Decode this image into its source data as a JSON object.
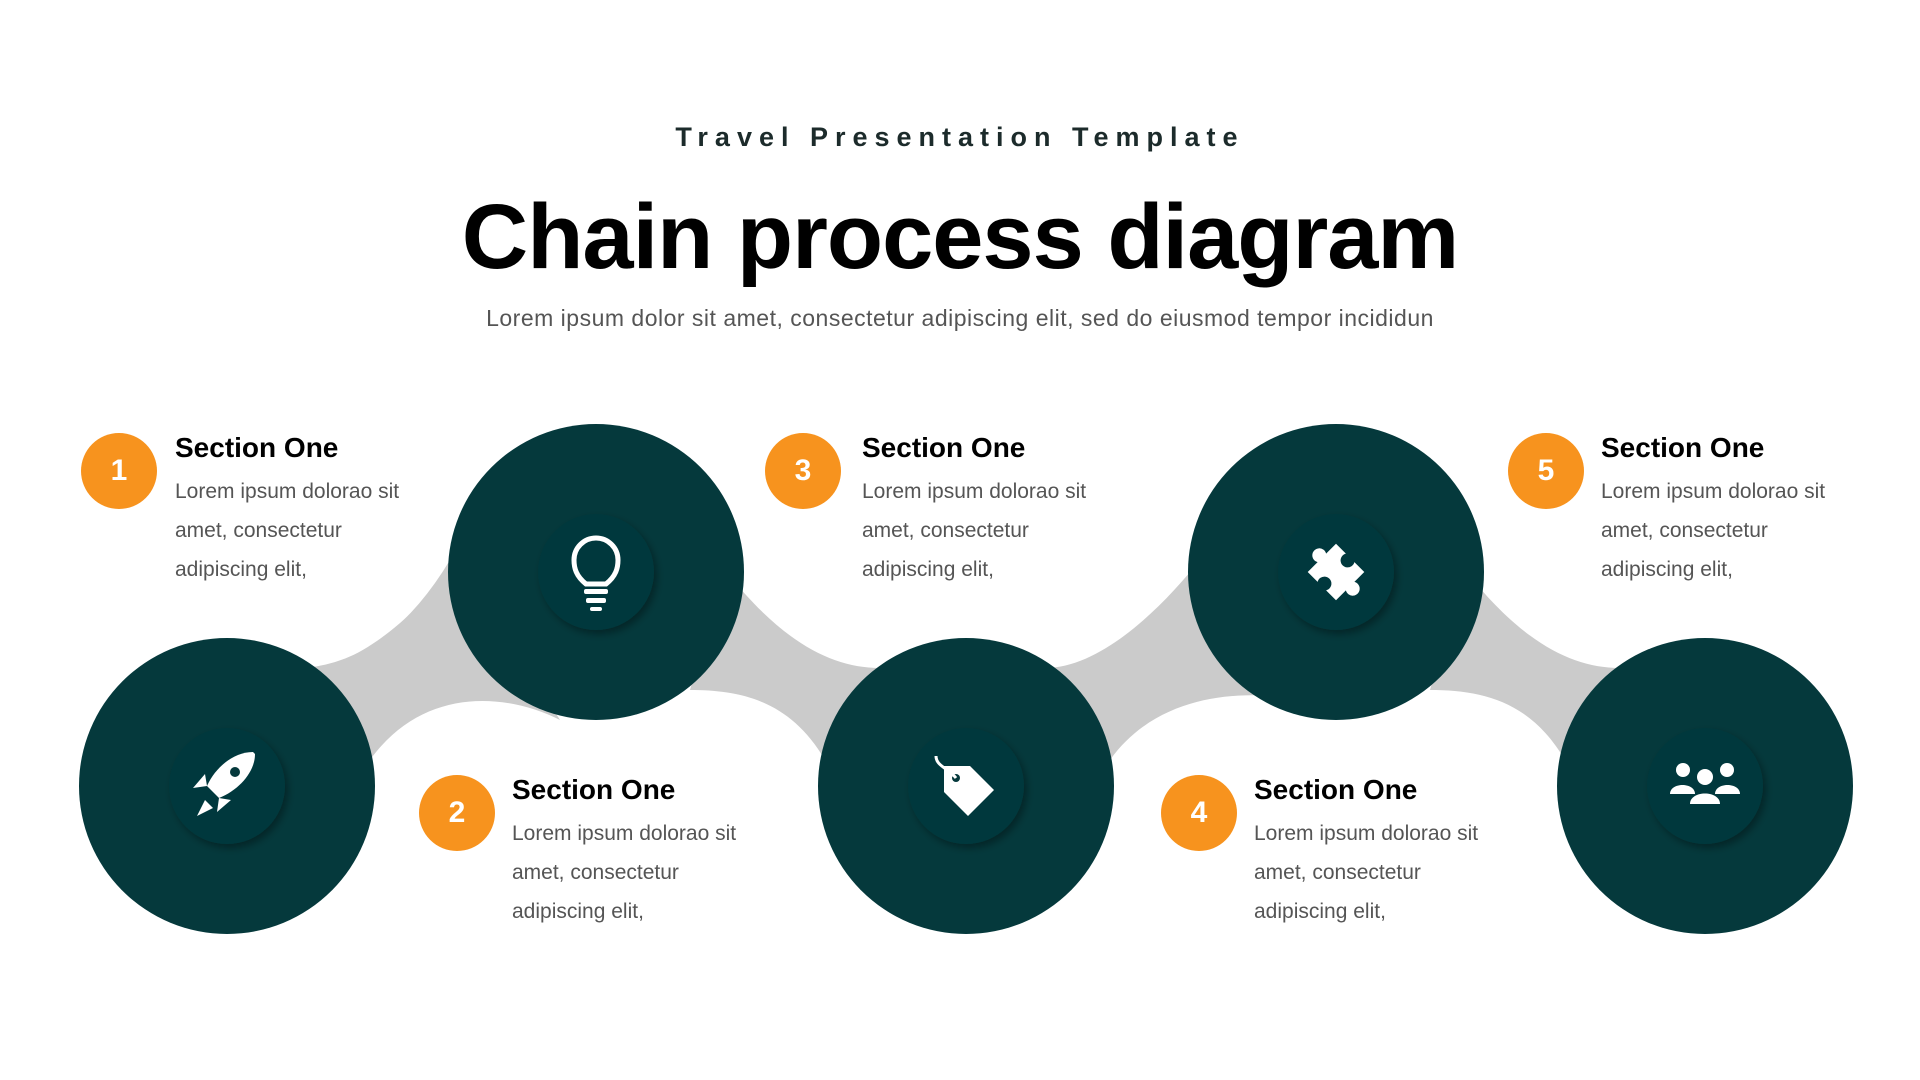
{
  "header": {
    "eyebrow": "Travel Presentation Template",
    "title": "Chain process diagram",
    "subtitle": "Lorem ipsum dolor sit amet, consectetur adipiscing elit, sed do eiusmod tempor incididun"
  },
  "colors": {
    "circle": "#05393c",
    "badge": "#f7931e",
    "connector": "#cbcbcb"
  },
  "steps": [
    {
      "number": "1",
      "title": "Section One",
      "body": "Lorem ipsum dolorao sit amet, consectetur adipiscing  elit,",
      "icon": "rocket-icon"
    },
    {
      "number": "2",
      "title": "Section One",
      "body": "Lorem ipsum dolorao sit amet, consectetur adipiscing  elit,",
      "icon": "lightbulb-icon"
    },
    {
      "number": "3",
      "title": "Section One",
      "body": "Lorem ipsum dolorao sit amet, consectetur adipiscing  elit,",
      "icon": "tag-icon"
    },
    {
      "number": "4",
      "title": "Section One",
      "body": "Lorem ipsum dolorao sit amet, consectetur adipiscing  elit,",
      "icon": "puzzle-icon"
    },
    {
      "number": "5",
      "title": "Section One",
      "body": "Lorem ipsum dolorao sit amet, consectetur adipiscing  elit,",
      "icon": "team-icon"
    }
  ]
}
